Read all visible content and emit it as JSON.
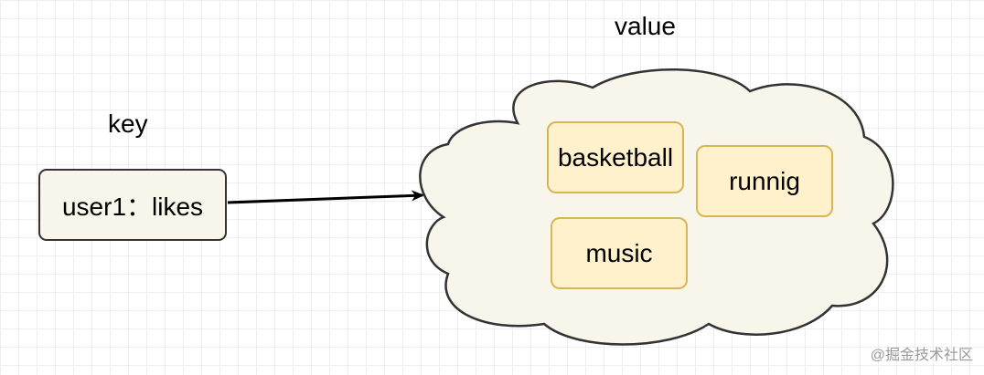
{
  "diagram": {
    "key_label": "key",
    "value_label": "value",
    "key_node": "user1：likes",
    "value_items": [
      {
        "label": "basketball"
      },
      {
        "label": "runnig"
      },
      {
        "label": "music"
      }
    ],
    "colors": {
      "cloud_fill": "#f8f6ea",
      "cloud_stroke": "#333333",
      "item_fill": "#fff1cc",
      "item_stroke": "#d8b656",
      "key_fill": "#f8f6ea",
      "arrow": "#000000"
    }
  },
  "watermark": "@掘金技术社区"
}
